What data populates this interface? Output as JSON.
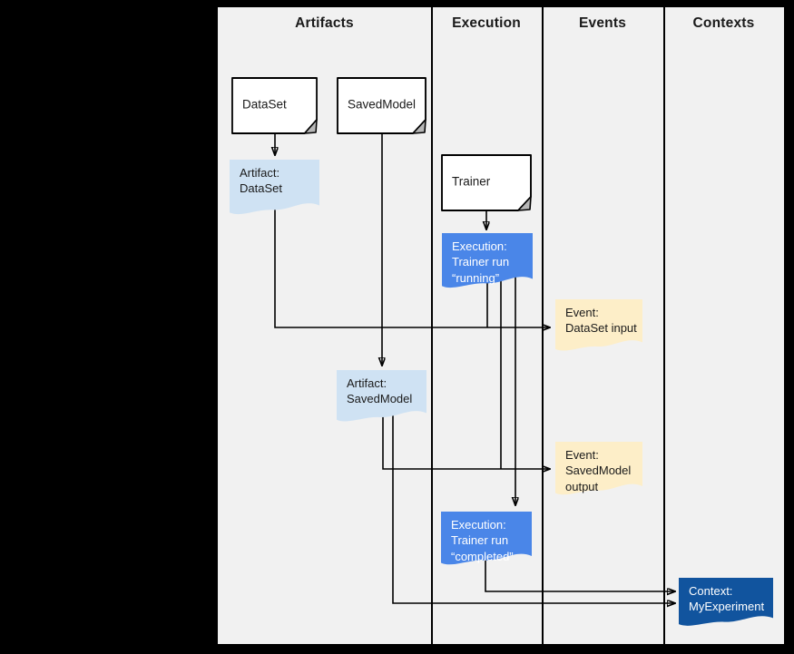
{
  "header": {
    "columns": [
      "Artifacts",
      "Execution",
      "Events",
      "Contexts"
    ]
  },
  "nodes": {
    "dataset_doc": "DataSet",
    "savedmodel_doc": "SavedModel",
    "trainer_doc": "Trainer",
    "artifact_dataset": "Artifact:\nDataSet",
    "execution_running": "Execution:\nTrainer run\n“running”",
    "event_dataset_input": "Event:\nDataSet input",
    "artifact_savedmodel": "Artifact:\nSavedModel",
    "event_savedmodel_output": "Event:\nSavedModel\noutput",
    "execution_completed": "Execution:\nTrainer run\n“completed”",
    "context_myexperiment": "Context:\nMyExperiment"
  },
  "colors": {
    "canvas-bg": "#000000",
    "panel-bg": "#f1f1f1",
    "doc-fill": "#ffffff",
    "doc-stroke": "#000000",
    "fold-fill": "#b7b7b7",
    "artifact-fill": "#cfe2f3",
    "execution-fill": "#4a86e8",
    "event-fill": "#fdeec8",
    "context-fill": "#11549e",
    "text-dark": "#1a1a1a",
    "text-light": "#ffffff",
    "line": "#000000"
  }
}
